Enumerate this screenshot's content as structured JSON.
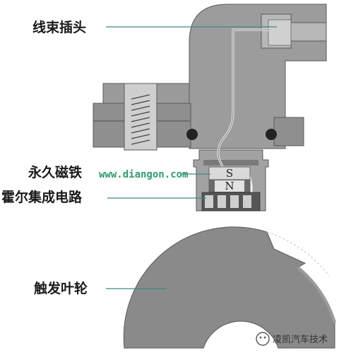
{
  "labels": {
    "connector": "线束插头",
    "magnet": "永久磁铁",
    "hall_ic": "霍尔集成电路",
    "trigger_wheel": "触发叶轮"
  },
  "magnet_poles": {
    "south": "S",
    "north": "N"
  },
  "website": "www.diangon.com",
  "watermark": "凌凯汽车技术",
  "colors": {
    "housing": "#9a9a9a",
    "housing_dark": "#7e7e7e",
    "magnet_s": "#d9d9d9",
    "magnet_n": "#6a6a6a",
    "leader": "#3a8a86",
    "url": "#2e9c6a"
  }
}
